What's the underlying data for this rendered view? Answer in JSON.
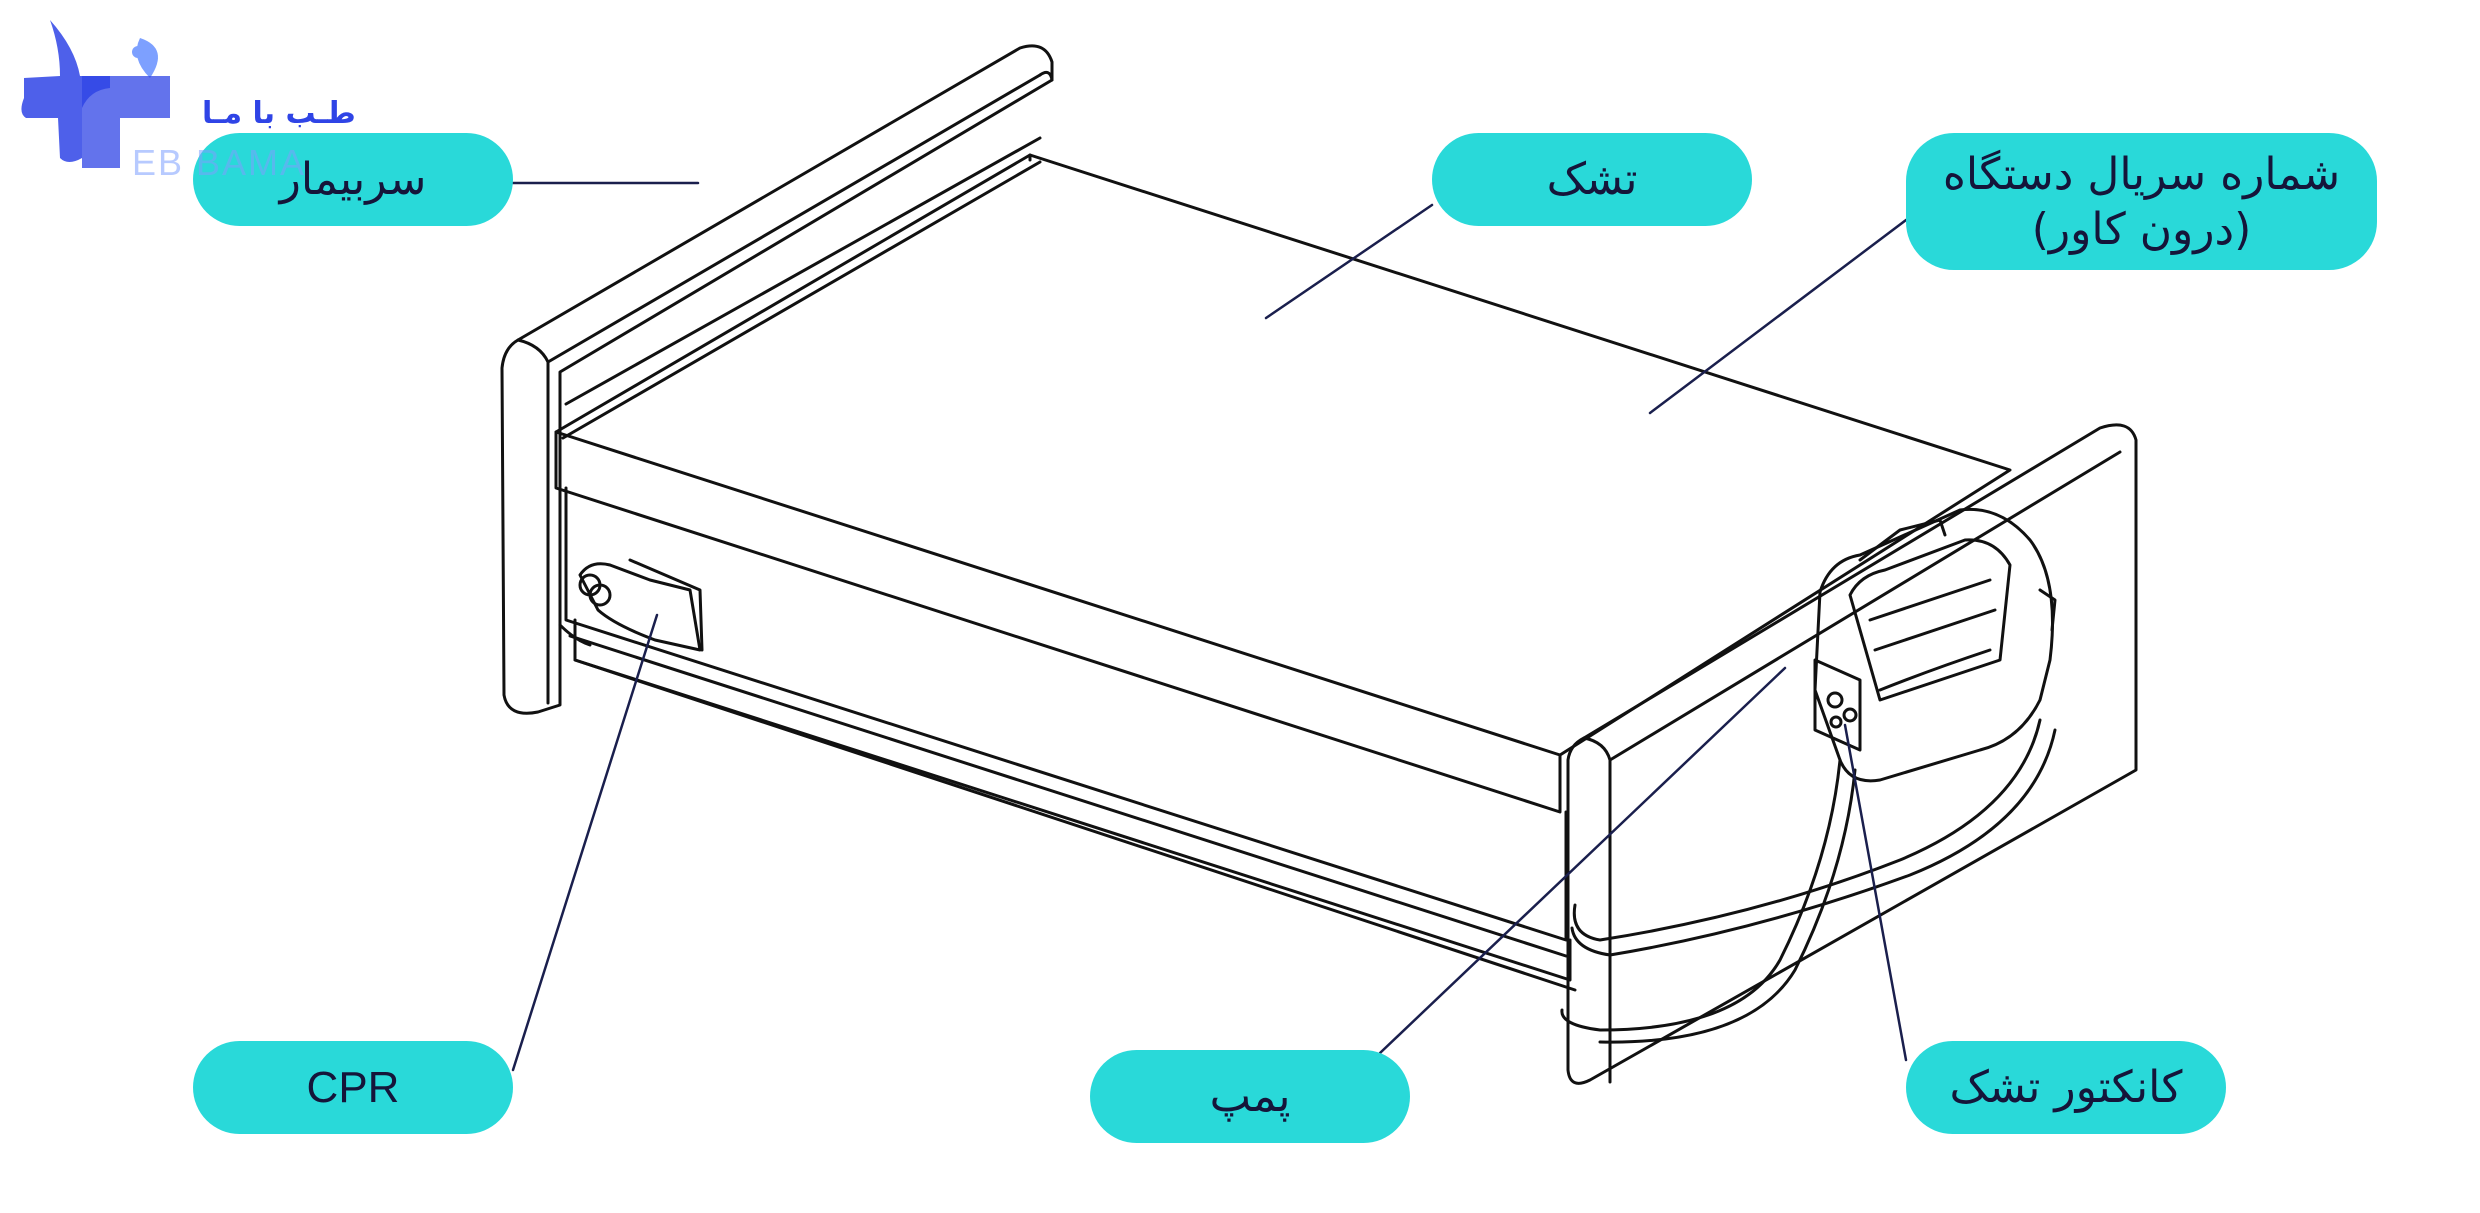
{
  "labels": {
    "sarbimar": "سربیمار",
    "toshak": "تشک",
    "serial_line1": "شماره سریال دستگاه",
    "serial_line2": "(درون کاور)",
    "cpr": "CPR",
    "pump": "پمپ",
    "connector": "کانکتور تشک"
  },
  "logo": {
    "text_fa": "طـب با مـا",
    "text_en": "EB BAMA"
  },
  "colors": {
    "pill": "#29d9d9",
    "pill_text": "#15153a",
    "leader": "#1a1f4d",
    "drawing": "#111111",
    "logo_blue": "#2f44e6",
    "logo_light": "#7da0ff"
  }
}
